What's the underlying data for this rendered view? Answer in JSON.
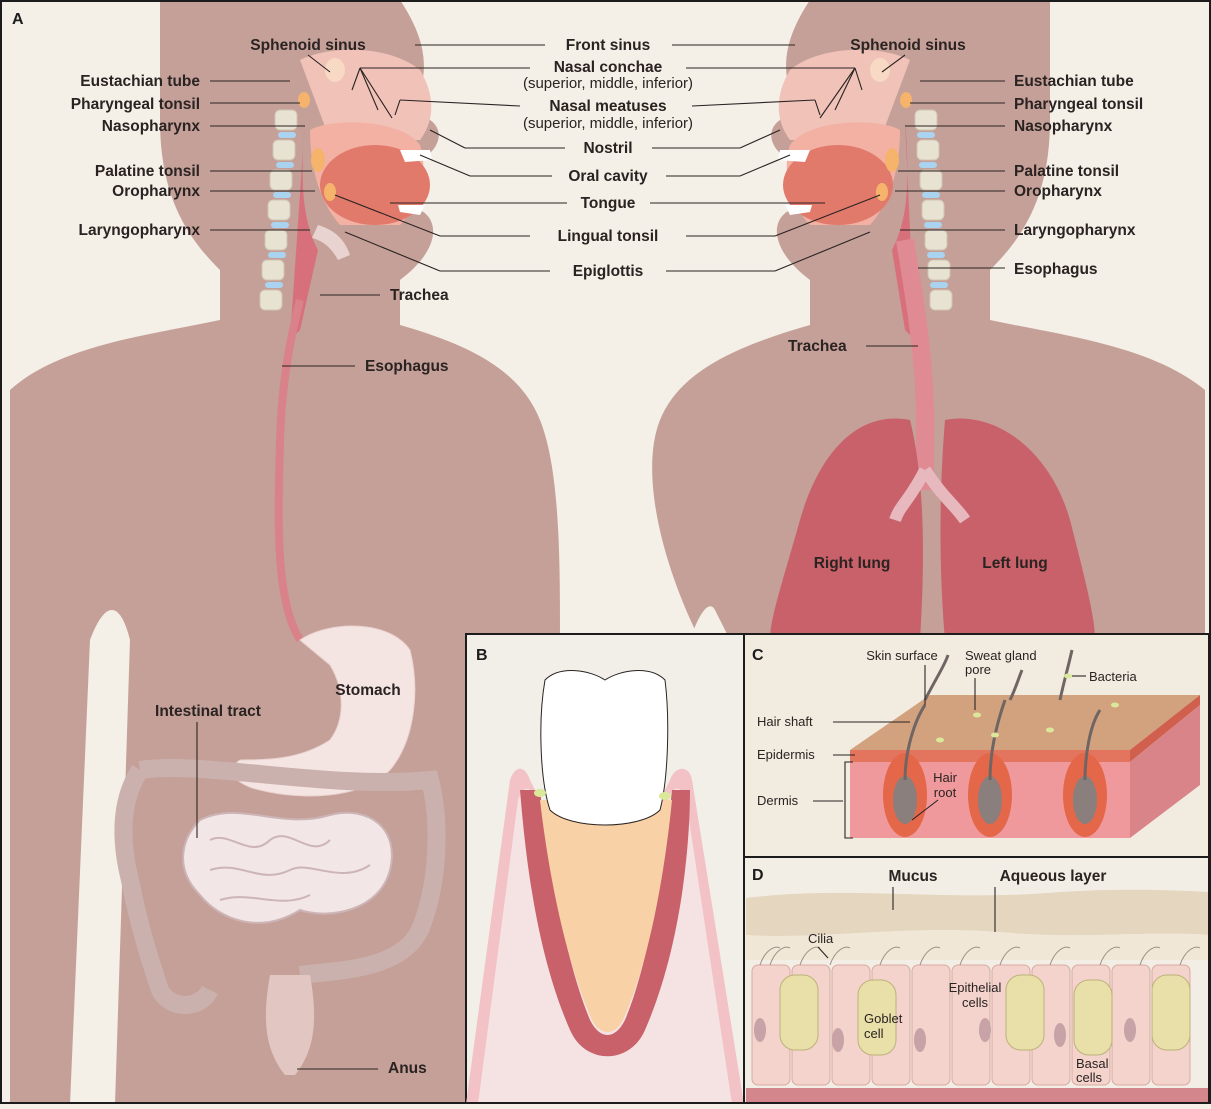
{
  "panels": {
    "a": "A",
    "b": "B",
    "c": "C",
    "d": "D"
  },
  "head": {
    "sphenoid_sinus": "Sphenoid sinus",
    "front_sinus": "Front sinus",
    "nasal_conchae": "Nasal conchae",
    "nasal_conchae_sub": "(superior, middle, inferior)",
    "nasal_meatuses": "Nasal meatuses",
    "nasal_meatuses_sub": "(superior, middle, inferior)",
    "eustachian_tube": "Eustachian tube",
    "pharyngeal_tonsil": "Pharyngeal tonsil",
    "nasopharynx": "Nasopharynx",
    "nostril": "Nostril",
    "palatine_tonsil": "Palatine tonsil",
    "oral_cavity": "Oral cavity",
    "oropharynx": "Oropharynx",
    "tongue": "Tongue",
    "laryngopharynx": "Laryngopharynx",
    "lingual_tonsil": "Lingual tonsil",
    "epiglottis": "Epiglottis",
    "trachea": "Trachea",
    "esophagus": "Esophagus"
  },
  "body": {
    "stomach": "Stomach",
    "intestinal_tract": "Intestinal tract",
    "anus": "Anus",
    "right_lung": "Right lung",
    "left_lung": "Left lung"
  },
  "skin": {
    "skin_surface": "Skin surface",
    "sweat_gland": "Sweat gland",
    "pore": "pore",
    "bacteria": "Bacteria",
    "hair_shaft": "Hair shaft",
    "epidermis": "Epidermis",
    "hair": "Hair",
    "root": "root",
    "dermis": "Dermis"
  },
  "mucosa": {
    "mucus": "Mucus",
    "aqueous_layer": "Aqueous layer",
    "cilia": "Cilia",
    "epithelial": "Epithelial",
    "cells": "cells",
    "goblet": "Goblet",
    "cell": "cell",
    "basal": "Basal",
    "basal_cells": "cells"
  },
  "colors": {
    "skin_body": "#c5a098",
    "background": "#f4efe7",
    "tissue_red": "#d46a6a",
    "lung": "#c9616a",
    "outline": "#2a2322"
  }
}
